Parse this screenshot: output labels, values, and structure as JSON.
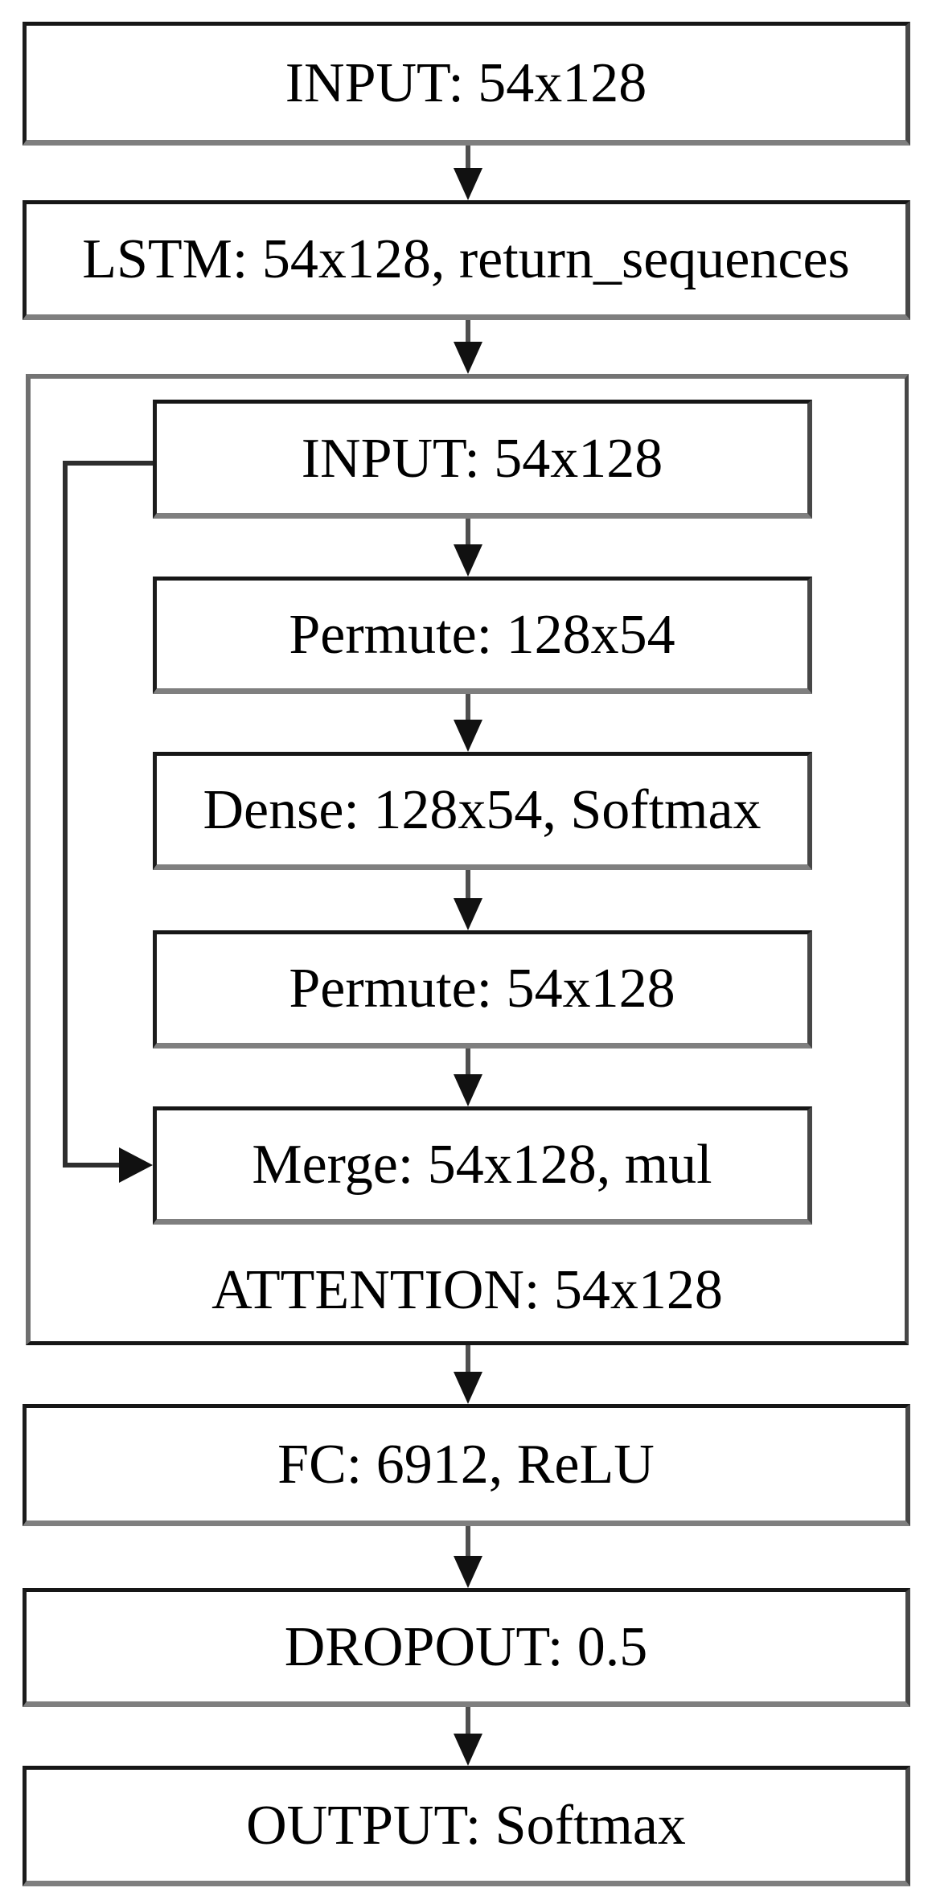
{
  "diagram": {
    "type": "flowchart",
    "subject": "neural-network-architecture",
    "nodes": {
      "input": {
        "label": "INPUT: 54x128"
      },
      "lstm": {
        "label": "LSTM: 54x128, return_sequences"
      },
      "attention_input": {
        "label": "INPUT: 54x128"
      },
      "permute1": {
        "label": "Permute: 128x54"
      },
      "dense": {
        "label": "Dense: 128x54, Softmax"
      },
      "permute2": {
        "label": "Permute: 54x128"
      },
      "merge": {
        "label": "Merge: 54x128, mul"
      },
      "attention_block": {
        "label": "ATTENTION: 54x128"
      },
      "fc": {
        "label": "FC: 6912, ReLU"
      },
      "dropout": {
        "label": "DROPOUT: 0.5"
      },
      "output": {
        "label": "OUTPUT: Softmax"
      }
    },
    "edges": [
      {
        "from": "input",
        "to": "lstm",
        "type": "arrow"
      },
      {
        "from": "lstm",
        "to": "attention_block",
        "type": "arrow"
      },
      {
        "from": "attention_input",
        "to": "permute1",
        "type": "arrow"
      },
      {
        "from": "permute1",
        "to": "dense",
        "type": "arrow"
      },
      {
        "from": "dense",
        "to": "permute2",
        "type": "arrow"
      },
      {
        "from": "permute2",
        "to": "merge",
        "type": "arrow"
      },
      {
        "from": "attention_input",
        "to": "merge",
        "type": "skip-connection"
      },
      {
        "from": "attention_block",
        "to": "fc",
        "type": "arrow"
      },
      {
        "from": "fc",
        "to": "dropout",
        "type": "arrow"
      },
      {
        "from": "dropout",
        "to": "output",
        "type": "arrow"
      }
    ],
    "colors": {
      "background": "#ffffff",
      "text": "#000000",
      "border_dark": "#161616",
      "border_shadow_gray": "#7f7f7f",
      "outer_border_gray": "#747474",
      "arrow_shaft": "#4f4f4f",
      "arrow_head": "#111111",
      "skip_line": "#2e2e2e"
    }
  }
}
